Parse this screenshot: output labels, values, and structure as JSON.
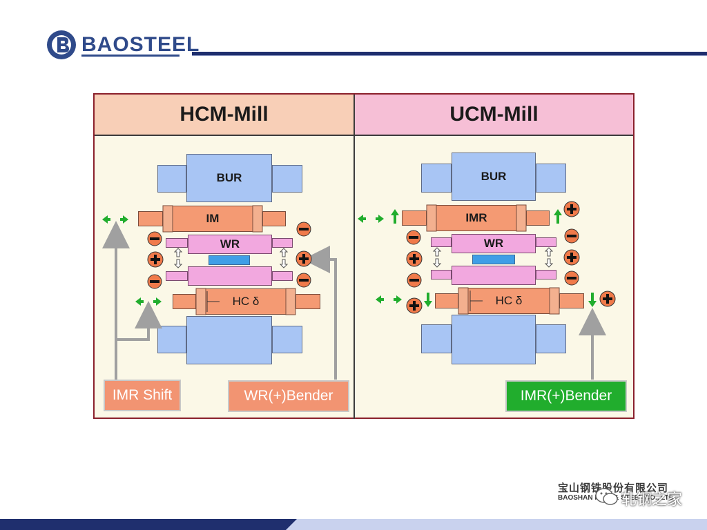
{
  "brand": {
    "name": "BAOSTEEL",
    "colors": {
      "navy": "#1f2f6e",
      "accent": "#2f4a8a"
    }
  },
  "panels": {
    "left": {
      "title": "HCM-Mill",
      "rolls": {
        "bur": "BUR",
        "imr": "IM",
        "wr": "WR",
        "hc": "HC δ"
      },
      "legends": {
        "shift": "IMR Shift",
        "bender": "WR(+)Bender"
      }
    },
    "right": {
      "title": "UCM-Mill",
      "rolls": {
        "bur": "BUR",
        "imr": "IMR",
        "wr": "WR",
        "hc": "HC δ"
      },
      "legends": {
        "bender": "IMR(+)Bender"
      }
    }
  },
  "colors": {
    "bur": "#a8c5f4",
    "imr": "#f49a73",
    "wr": "#f2a8df",
    "strip": "#3f9ee6",
    "green": "#21ad2d",
    "gray_arrow": "#a0a0a0"
  },
  "footer": {
    "company_cn": "宝山钢铁股份有限公司",
    "company_en": "BAOSHAN IRON & STEEL CO., LTD.",
    "watermark": "轧钢之家"
  }
}
